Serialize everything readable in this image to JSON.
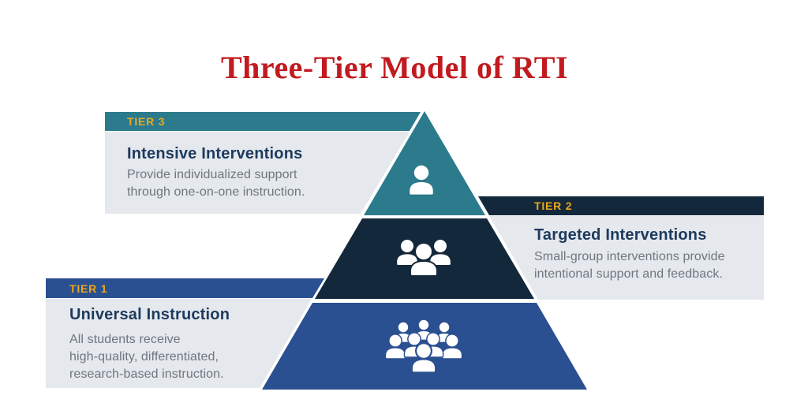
{
  "title": {
    "text": "Three-Tier Model of RTI"
  },
  "tiers": [
    {
      "id": "tier-3",
      "label": "TIER 3",
      "heading": "Intensive Interventions",
      "description": "Provide individualized support\nthrough one-on-one instruction.",
      "color": "#2b7b8c",
      "icon": "single-person-icon"
    },
    {
      "id": "tier-2",
      "label": "TIER 2",
      "heading": "Targeted Interventions",
      "description": "Small-group interventions provide\nintentional support and feedback.",
      "color": "#14283c",
      "icon": "small-group-icon"
    },
    {
      "id": "tier-1",
      "label": "TIER 1",
      "heading": "Universal Instruction",
      "description": "All students receive\nhigh-quality, differentiated,\nresearch-based instruction.",
      "color": "#2b5091",
      "icon": "crowd-icon"
    }
  ],
  "colors": {
    "title_red": "#c11b20",
    "label_gold": "#eba81e",
    "card_grey": "#e5e8ec",
    "heading_navy": "#1c3a5e",
    "body_text_grey": "#6e7681",
    "tier3_teal": "#2b7b8c",
    "tier2_navy": "#14283c",
    "tier1_blue": "#2b5091",
    "background": "#ffffff"
  }
}
